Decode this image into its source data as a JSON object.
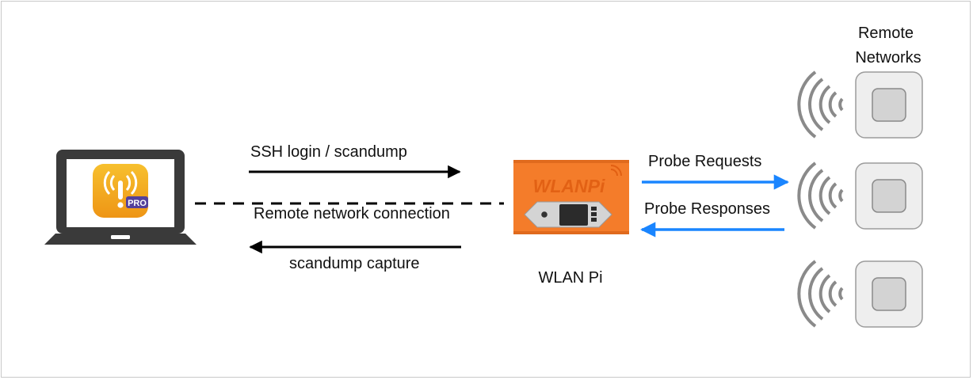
{
  "labels": {
    "remote_networks_line1": "Remote",
    "remote_networks_line2": "Networks",
    "ssh_login": "SSH login / scandump",
    "remote_connection": "Remote network connection",
    "scandump_capture": "scandump capture",
    "probe_requests": "Probe Requests",
    "probe_responses": "Probe Responses",
    "wlan_pi": "WLAN Pi",
    "app_badge": "PRO",
    "device_brand": "WLANPi"
  },
  "colors": {
    "probe_arrow": "#1a85ff",
    "wlanpi_body": "#f47c2a",
    "app_icon": "#f0a81c",
    "access_point": "#eeeeee"
  },
  "icons": {
    "laptop": "laptop-icon",
    "app": "wifi-explorer-pro-icon",
    "device": "wlan-pi-device-icon",
    "access_point": "access-point-icon",
    "signal": "wifi-signal-icon"
  }
}
